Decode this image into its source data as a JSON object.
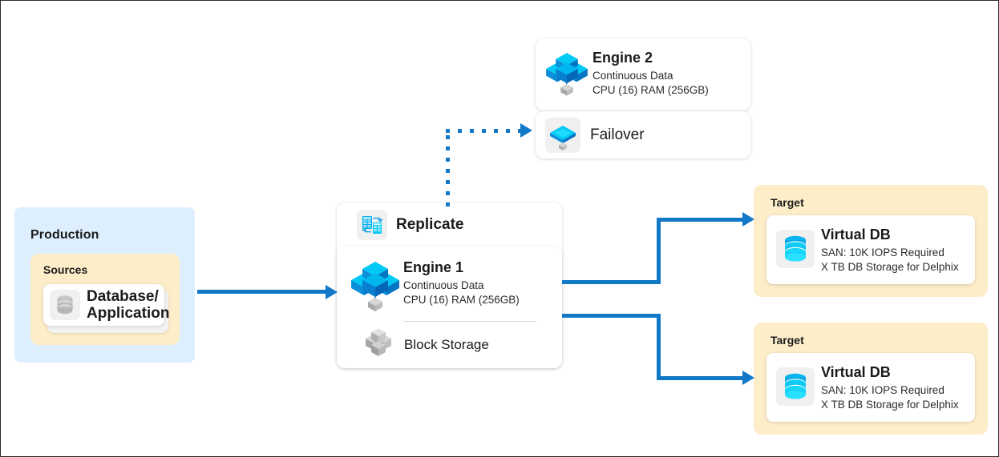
{
  "diagram": {
    "title": "Delphix Continuous Data replication architecture",
    "colors": {
      "arrow_blue": "#1278c8",
      "panel_blue": "#ddeeff",
      "panel_amber": "#fdedc8",
      "card_white": "#ffffff",
      "icon_tile_gray": "#f0f0f0",
      "engine_icon_blue": "#00b0f0",
      "vdb_icon_cyan": "#00c8f0",
      "source_icon_gray": "#bdbdbd"
    }
  },
  "production": {
    "label": "Production",
    "sources": {
      "label": "Sources",
      "item": {
        "label": "Database/\nApplication",
        "label_line1": "Database/",
        "label_line2": "Application",
        "icon": "database-cylinder-gray-icon"
      }
    }
  },
  "engine_group": {
    "replicate": {
      "label": "Replicate",
      "icon": "replicate-documents-icon"
    },
    "engine1": {
      "title": "Engine 1",
      "line1": "Continuous Data",
      "line2": "CPU (16) RAM (256GB)",
      "icon": "engine-isometric-cubes-icon"
    },
    "block_storage": {
      "label": "Block Storage",
      "icon": "block-storage-cubes-gray-icon"
    }
  },
  "engine2_group": {
    "engine2": {
      "title": "Engine 2",
      "line1": "Continuous Data",
      "line2": "CPU (16) RAM (256GB)",
      "icon": "engine-isometric-cubes-icon"
    },
    "failover": {
      "label": "Failover",
      "icon": "failover-diamond-platform-icon"
    }
  },
  "targets": [
    {
      "label": "Target",
      "vdb": {
        "title": "Virtual DB",
        "line1": "SAN: 10K IOPS Required",
        "line2": "X TB DB Storage for Delphix",
        "icon": "virtual-db-cylinder-cyan-icon"
      }
    },
    {
      "label": "Target",
      "vdb": {
        "title": "Virtual DB",
        "line1": "SAN: 10K IOPS Required",
        "line2": "X TB DB Storage for Delphix",
        "icon": "virtual-db-cylinder-cyan-icon"
      }
    }
  ],
  "connectors": [
    {
      "name": "source-to-engine1",
      "style": "solid",
      "from": "production",
      "to": "engine1"
    },
    {
      "name": "engine1-to-target1",
      "style": "solid",
      "from": "engine1",
      "to": "target1"
    },
    {
      "name": "engine1-to-target2",
      "style": "solid",
      "from": "engine1",
      "to": "target2"
    },
    {
      "name": "replicate-to-failover",
      "style": "dotted",
      "from": "replicate",
      "to": "failover"
    }
  ]
}
